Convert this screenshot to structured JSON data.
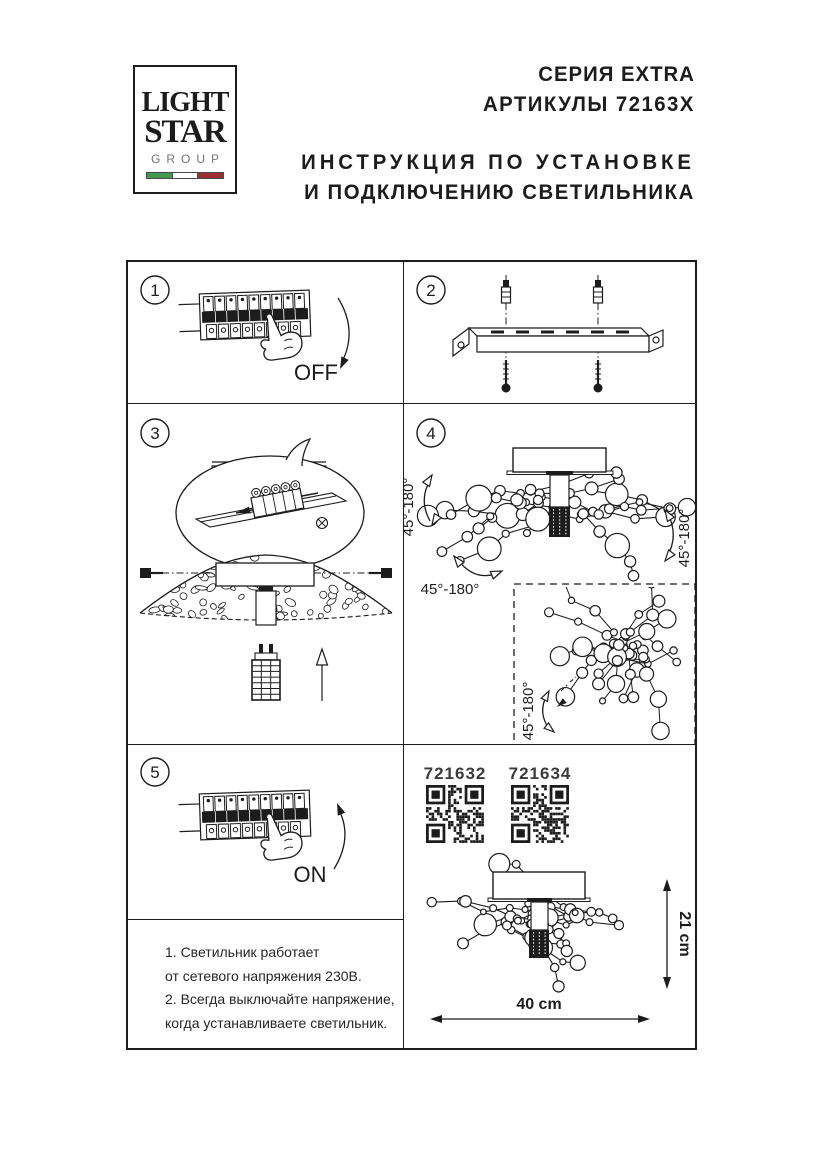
{
  "header": {
    "logo": {
      "line1": "LIGHT",
      "line2": "STAR",
      "line3": "GROUP"
    },
    "series": "СЕРИЯ EXTRA",
    "articles": "АРТИКУЛЫ 72163X",
    "title_line1": "ИНСТРУКЦИЯ ПО УСТАНОВКЕ",
    "title_line2": "И ПОДКЛЮЧЕНИЮ СВЕТИЛЬНИКА"
  },
  "steps": {
    "step1": {
      "number": "1",
      "switch_label": "OFF"
    },
    "step2": {
      "number": "2"
    },
    "step3": {
      "number": "3"
    },
    "step4": {
      "number": "4",
      "rotation_label": "45°-180°"
    },
    "step5": {
      "number": "5",
      "switch_label": "ON"
    }
  },
  "notes": {
    "lines": [
      "1. Светильник работает",
      "от сетевого напряжения 230В.",
      "2. Всегда выключайте напряжение,",
      "когда устанавливаете светильник."
    ]
  },
  "products": {
    "qr1_label": "721632",
    "qr2_label": "721634"
  },
  "dimensions": {
    "height": "21 cm",
    "width": "40 cm"
  },
  "colors": {
    "flag_green": "#44984d",
    "flag_white": "#ffffff",
    "flag_red": "#9b2f33",
    "line": "#1c1c1c",
    "group_gray": "#70757a"
  }
}
